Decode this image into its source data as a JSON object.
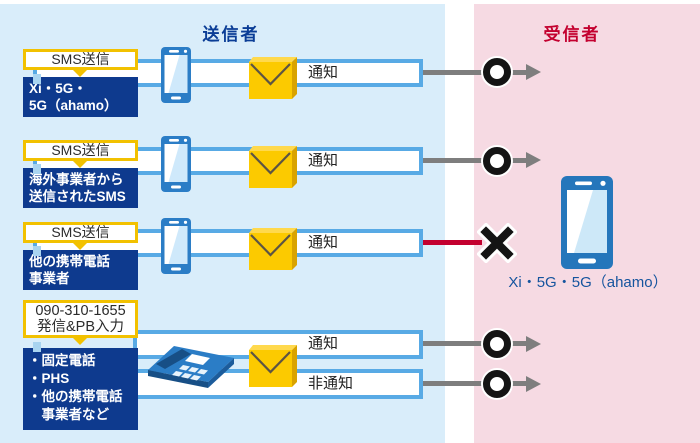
{
  "headers": {
    "sender": "送信者",
    "receiver": "受信者"
  },
  "receiver_device": {
    "label": "Xi・5G・5G（ahamo）"
  },
  "rows": [
    {
      "callout": "SMS送信",
      "source_lines": [
        "Xi・5G・",
        "5G（ahamo）"
      ],
      "channel_label": "通知",
      "outcome": "delivered"
    },
    {
      "callout": "SMS送信",
      "source_lines": [
        "海外事業者から",
        "送信されたSMS"
      ],
      "channel_label": "通知",
      "outcome": "delivered"
    },
    {
      "callout": "SMS送信",
      "source_lines": [
        "他の携帯電話",
        "事業者"
      ],
      "channel_label": "通知",
      "outcome": "blocked"
    },
    {
      "callout_lines": [
        "090-310-1655",
        "発信&PB入力"
      ],
      "source_lines": [
        "・固定電話",
        "・PHS",
        "・他の携帯電話",
        "　事業者など"
      ],
      "channel_labels": [
        "通知",
        "非通知"
      ],
      "outcome": "delivered"
    }
  ],
  "colors": {
    "sender_bg": "#d9edfa",
    "receiver_bg": "#f6dae3",
    "provider_box_blue": "#0e3a8e",
    "callout_border_yellow": "#f2c100",
    "bar_border_blue": "#58aae5",
    "envelope_yellow": "#fcca00",
    "flow_gray": "#7e7e7e",
    "blocked_red": "#c3002f",
    "sender_header_blue": "#0a3d96",
    "receiver_header_red": "#c3002f",
    "device_label_blue": "#15549e"
  }
}
